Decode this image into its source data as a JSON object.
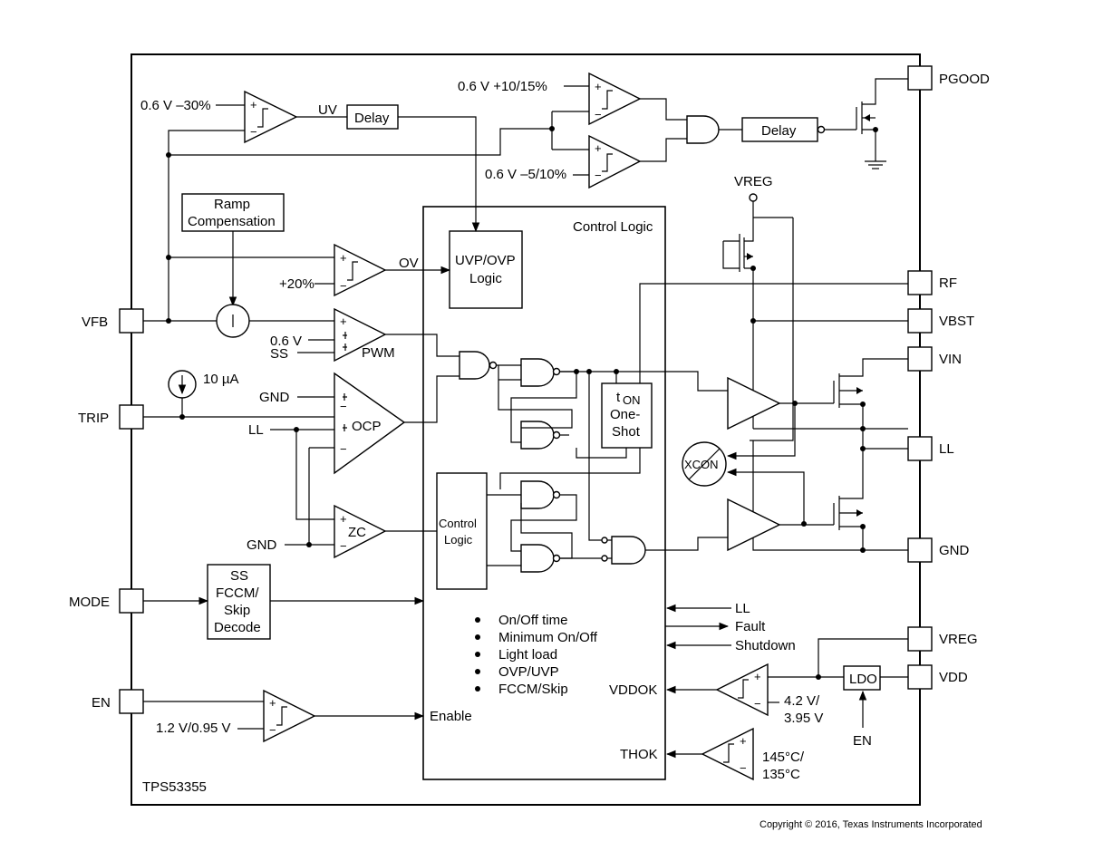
{
  "chip": {
    "name": "TPS53355"
  },
  "copyright": "Copyright © 2016, Texas Instruments Incorporated",
  "pins": {
    "vfb": "VFB",
    "trip": "TRIP",
    "mode": "MODE",
    "en": "EN",
    "pgood": "PGOOD",
    "rf": "RF",
    "vbst": "VBST",
    "vin": "VIN",
    "ll": "LL",
    "gnd": "GND",
    "vreg": "VREG",
    "vdd": "VDD"
  },
  "blocks": {
    "control_logic_title": "Control Logic",
    "uvp_ovp_line1": "UVP/OVP",
    "uvp_ovp_line2": "Logic",
    "ramp_line1": "Ramp",
    "ramp_line2": "Compensation",
    "delay_uv": "Delay",
    "delay_pgood": "Delay",
    "ton_line1": "t",
    "ton_sub": "ON",
    "ton_line2": "One-",
    "ton_line3": "Shot",
    "ctrl_small_line1": "Control",
    "ctrl_small_line2": "Logic",
    "ss_line1": "SS",
    "ss_line2": "FCCM/",
    "ss_line3": "Skip",
    "ss_line4": "Decode",
    "xcon": "XCON",
    "ldo": "LDO"
  },
  "labels": {
    "uv_thresh": "0.6 V –30%",
    "uv": "UV",
    "pg_hi": "0.6 V +10/15%",
    "pg_lo": "0.6 V –5/10%",
    "ov_thresh": "+20%",
    "ov": "OV",
    "vref": "0.6 V",
    "ss": "SS",
    "pwm": "PWM",
    "current": "10 µA",
    "gnd_ocp": "GND",
    "ll_ocp": "LL",
    "ocp": "OCP",
    "zc": "ZC",
    "gnd_zc": "GND",
    "vreg_top": "VREG",
    "en_thresh": "1.2 V/0.95 V",
    "enable": "Enable",
    "ll_in": "LL",
    "fault": "Fault",
    "shutdown": "Shutdown",
    "vddok": "VDDOK",
    "vdd_thresh1": "4.2 V/",
    "vdd_thresh2": "3.95 V",
    "thok": "THOK",
    "temp1": "145°C/",
    "temp2": "135°C",
    "en_ldo": "EN",
    "plus": "+",
    "minus": "−"
  },
  "features": [
    "On/Off time",
    "Minimum On/Off",
    "Light load",
    "OVP/UVP",
    "FCCM/Skip"
  ]
}
